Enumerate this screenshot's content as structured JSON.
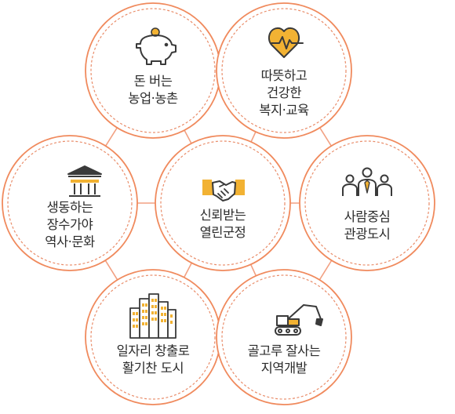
{
  "colors": {
    "ring_outer": "#f08a5d",
    "ring_inner_dash": "#e98d6a",
    "connector": "#f2a183",
    "icon_dark": "#3a3a3a",
    "icon_gold": "#f2b233",
    "text": "#2b2b2b"
  },
  "nodes": {
    "farming": {
      "icon": "piggy-bank-icon",
      "lines": [
        "돈 버는",
        "농업·농촌"
      ]
    },
    "welfare": {
      "icon": "heart-pulse-icon",
      "lines": [
        "따뜻하고",
        "건강한",
        "복지·교육"
      ]
    },
    "history": {
      "icon": "classical-building-icon",
      "lines": [
        "생동하는",
        "장수가야",
        "역사·문화"
      ]
    },
    "center": {
      "icon": "handshake-icon",
      "lines": [
        "신뢰받는",
        "열린군정"
      ]
    },
    "tourism": {
      "icon": "people-group-icon",
      "lines": [
        "사람중심",
        "관광도시"
      ]
    },
    "jobs": {
      "icon": "city-buildings-icon",
      "lines": [
        "일자리 창출로",
        "활기찬 도시"
      ]
    },
    "development": {
      "icon": "excavator-icon",
      "lines": [
        "골고루 잘사는",
        "지역개발"
      ]
    }
  }
}
